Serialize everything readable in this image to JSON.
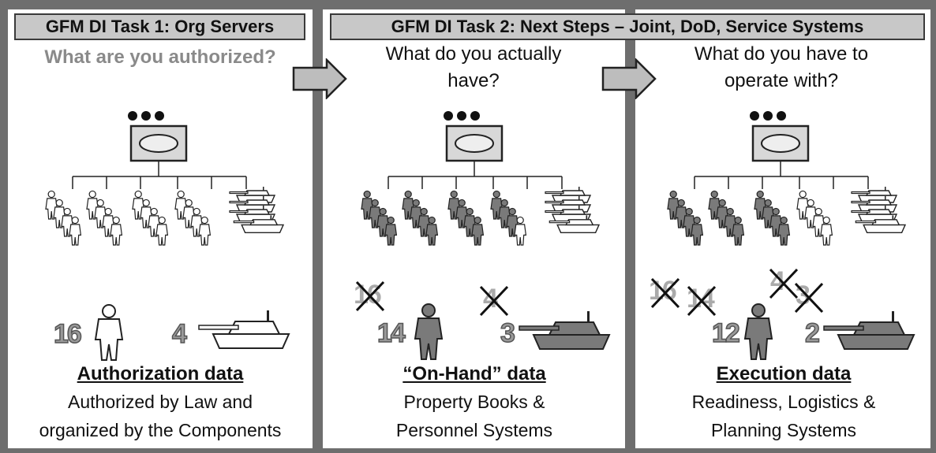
{
  "task1": {
    "header": "GFM DI Task 1: Org Servers"
  },
  "task2": {
    "header": "GFM DI Task 2: Next Steps – Joint, DoD, Service Systems"
  },
  "col1": {
    "question": "What are you authorized?",
    "personnel_count": "16",
    "equipment_count": "4",
    "caption_title": "Authorization data",
    "caption_line1": "Authorized  by Law and",
    "caption_line2": "organized by the Components",
    "silhouette_fill": "#ffffff"
  },
  "col2": {
    "question_line1": "What do you actually",
    "question_line2": "have?",
    "struck_personnel": "16",
    "struck_equipment": "4",
    "personnel_count": "14",
    "equipment_count": "3",
    "caption_title": "“On-Hand” data",
    "caption_line1": "Property Books &",
    "caption_line2": "Personnel Systems",
    "silhouette_fill": "#7a7a7a"
  },
  "col3": {
    "question_line1": "What do you have to",
    "question_line2": "operate with?",
    "struck_personnel_a": "16",
    "struck_personnel_b": "14",
    "struck_equipment_a": "4",
    "struck_equipment_b": "3",
    "personnel_count": "12",
    "equipment_count": "2",
    "caption_title": "Execution data",
    "caption_line1": "Readiness, Logistics &",
    "caption_line2": "Planning  Systems",
    "silhouette_fill": "#7a7a7a"
  },
  "icons": {
    "arrow": "right-arrow-icon",
    "org_box": "org-unit-icon",
    "soldier": "soldier-icon",
    "tank": "tank-icon",
    "strike": "strike-x-icon"
  }
}
